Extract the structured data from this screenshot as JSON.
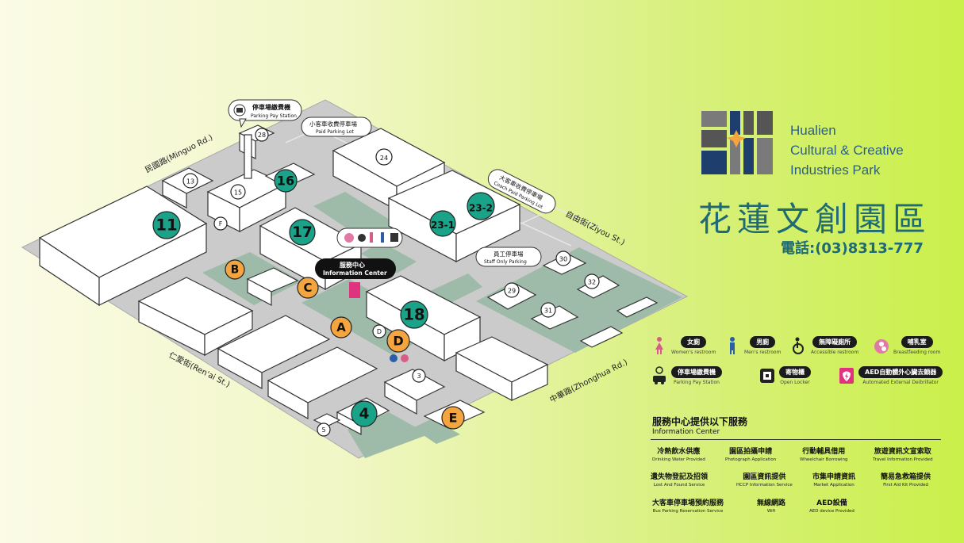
{
  "park": {
    "name_en_lines": [
      "Hualien",
      "Cultural & Creative",
      "Industries Park"
    ],
    "name_zh": "花蓮文創園區",
    "phone": "電話:(03)8313-777"
  },
  "colors": {
    "teal_marker": "#1aa389",
    "orange_marker": "#f5a540",
    "green_area": "#9dbba8",
    "ground": "#c9c9c9",
    "accent_pink": "#e0337f",
    "logo_blue": "#1e3f6e"
  },
  "map": {
    "teal_markers": [
      "11",
      "16",
      "17",
      "18",
      "23-1",
      "23-2",
      "4"
    ],
    "orange_markers": [
      "A",
      "B",
      "C",
      "D",
      "E"
    ],
    "white_markers": [
      "28",
      "13",
      "15",
      "24",
      "30",
      "32",
      "29",
      "31",
      "3",
      "5",
      "D",
      "F"
    ],
    "streets": {
      "minguo": "民國路(Minguo Rd.)",
      "ziyou": "自由街(Ziyou St.)",
      "renai": "仁愛街(Ren'ai St.)",
      "zhonghua": "中華路(Zhonghua Rd.)"
    },
    "callouts": {
      "parking_pay_zh": "停車場繳費機",
      "parking_pay_en": "Parking Pay Station",
      "paid_lot_zh": "小客車收費停車場",
      "paid_lot_en": "Paid Parking Lot",
      "coach_zh": "大客車收費停車場",
      "coach_en": "Coach Paid Parking Lot",
      "staff_zh": "員工停車場",
      "staff_en": "Staff Only Parking",
      "info_zh": "服務中心",
      "info_en": "Information Center"
    }
  },
  "legend": [
    {
      "icon": "womens-restroom-icon",
      "zh": "女廁",
      "en": "Women's restroom"
    },
    {
      "icon": "mens-restroom-icon",
      "zh": "男廁",
      "en": "Men's restroom"
    },
    {
      "icon": "accessible-restroom-icon",
      "zh": "無障礙廁所",
      "en": "Accessible restroom"
    },
    {
      "icon": "breastfeeding-room-icon",
      "zh": "哺乳室",
      "en": "Breastfeeding room"
    },
    {
      "icon": "parking-pay-station-icon",
      "zh": "停車場繳費機",
      "en": "Parking Pay Station"
    },
    {
      "icon": "open-locker-icon",
      "zh": "寄物櫃",
      "en": "Open Locker"
    },
    {
      "icon": "aed-icon",
      "zh": "AED自動體外心臟去顫器",
      "en": "Automated External Deibrillator"
    }
  ],
  "services": {
    "title_zh": "服務中心提供以下服務",
    "title_en": "Information Center",
    "items": [
      {
        "zh": "冷熱飲水供應",
        "en": "Drinking Water Provided"
      },
      {
        "zh": "園區拍攝申請",
        "en": "Photograph Application"
      },
      {
        "zh": "行動輔具借用",
        "en": "Wheelchair Borrowing"
      },
      {
        "zh": "旅遊資訊文宣索取",
        "en": "Travel Information Provided"
      },
      {
        "zh": "遺失物登記及招領",
        "en": "Lost And Found Service"
      },
      {
        "zh": "園區資訊提供",
        "en": "HCCP Information Service"
      },
      {
        "zh": "市集申請資訊",
        "en": "Market Application"
      },
      {
        "zh": "簡易急救箱提供",
        "en": "First Aid Kit Provided"
      },
      {
        "zh": "大客車停車場預約服務",
        "en": "Bus Parking Reservation Service"
      },
      {
        "zh": "無線網路",
        "en": "Wifi"
      },
      {
        "zh": "AED設備",
        "en": "AED device Provided"
      }
    ]
  }
}
